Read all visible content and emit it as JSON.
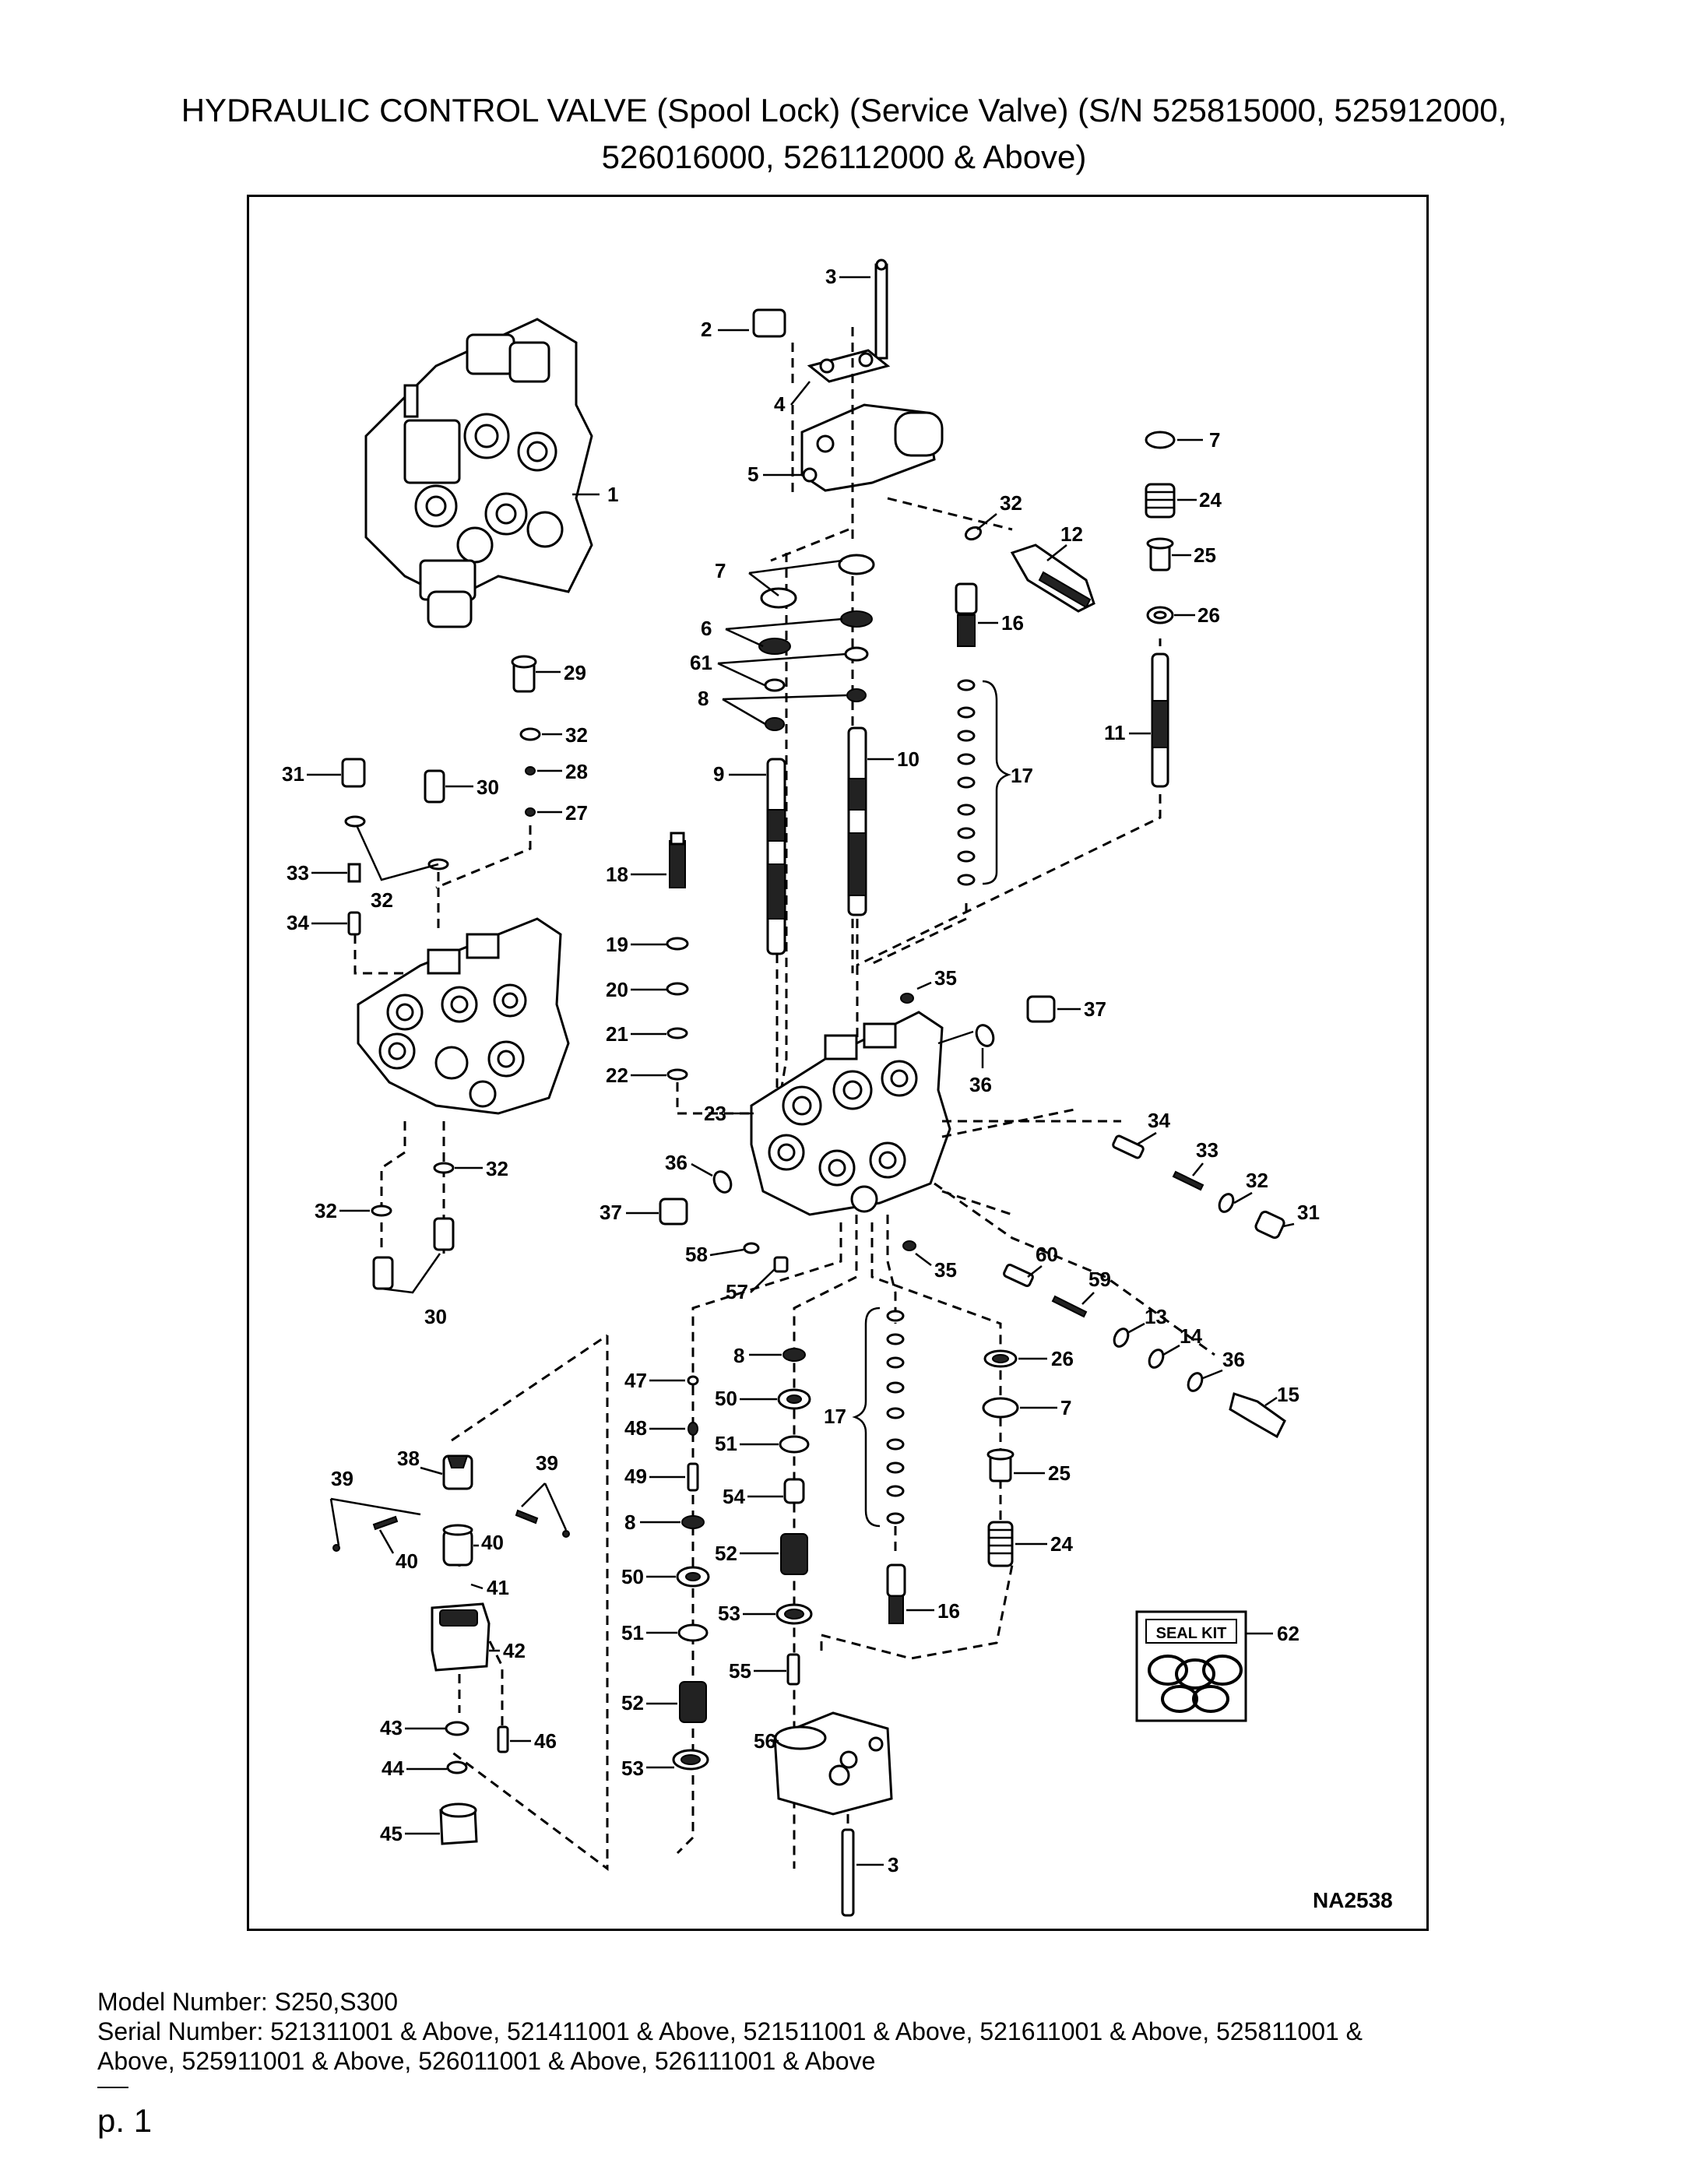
{
  "title": {
    "line1": "HYDRAULIC CONTROL VALVE (Spool Lock) (Service Valve) (S/N 525815000, 525912000,",
    "line2": "526016000, 526112000 & Above)"
  },
  "diagram": {
    "figure_code": "NA2538",
    "seal_kit_label": "SEAL KIT",
    "callouts": [
      "1",
      "2",
      "3",
      "4",
      "5",
      "6",
      "7",
      "8",
      "9",
      "10",
      "11",
      "12",
      "13",
      "14",
      "15",
      "16",
      "17",
      "18",
      "19",
      "20",
      "21",
      "22",
      "23",
      "24",
      "25",
      "26",
      "27",
      "28",
      "29",
      "30",
      "31",
      "32",
      "33",
      "34",
      "35",
      "36",
      "37",
      "38",
      "39",
      "40",
      "41",
      "42",
      "43",
      "44",
      "45",
      "46",
      "47",
      "48",
      "49",
      "50",
      "51",
      "52",
      "53",
      "54",
      "55",
      "56",
      "57",
      "58",
      "59",
      "60",
      "61",
      "62"
    ]
  },
  "footer": {
    "model": "Model Number: S250,S300",
    "serial_line1": "Serial Number: 521311001 & Above, 521411001 & Above, 521511001 & Above, 521611001 & Above, 525811001 &",
    "serial_line2": "Above, 525911001 & Above, 526011001 & Above, 526111001 & Above"
  },
  "page": "p. 1"
}
